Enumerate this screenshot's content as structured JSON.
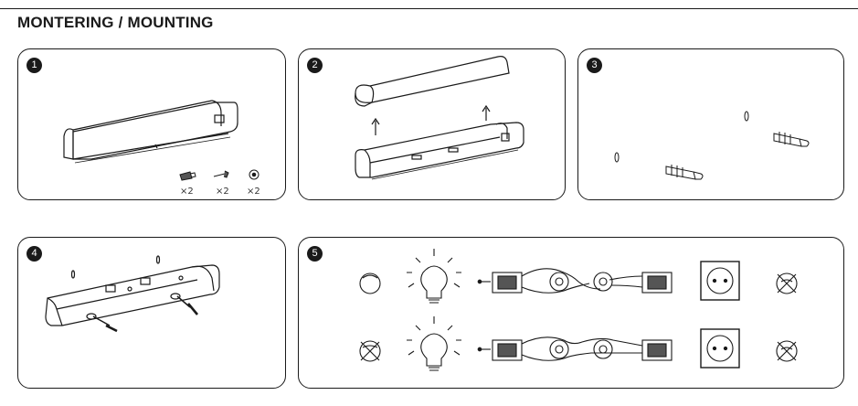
{
  "header": {
    "title": "MONTERING / MOUNTING"
  },
  "steps": [
    {
      "number": "1"
    },
    {
      "number": "2"
    },
    {
      "number": "3"
    },
    {
      "number": "4"
    },
    {
      "number": "5"
    }
  ],
  "parts": [
    {
      "icon": "wall-plug-icon",
      "quantity": "×2"
    },
    {
      "icon": "screw-icon",
      "quantity": "×2"
    },
    {
      "icon": "washer-icon",
      "quantity": "×2"
    }
  ]
}
